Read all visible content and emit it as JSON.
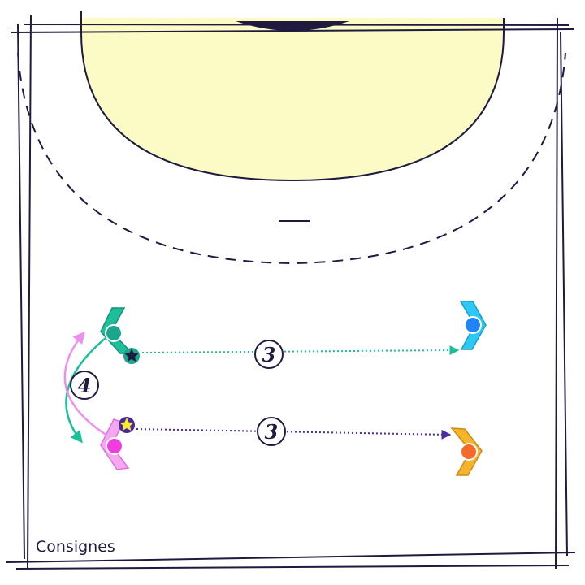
{
  "caption": "Consignes",
  "steps": {
    "pass_top": "3",
    "pass_bottom": "3",
    "swap": "4"
  },
  "colors": {
    "line": "#1e1b3f",
    "zone": "#fcfbc6",
    "teal": "#1dbf9a",
    "pink": "#f08ef0",
    "magenta": "#f03de0",
    "blue": "#1f84f5",
    "cyan": "#2ec8f5",
    "orange": "#f56a2a",
    "amber": "#f5b52a",
    "purple": "#4a2aa0",
    "star_yellow": "#f5ee2a"
  },
  "icons": [
    "player-chevron-icon",
    "ball-star-icon",
    "arrow-head-icon"
  ]
}
